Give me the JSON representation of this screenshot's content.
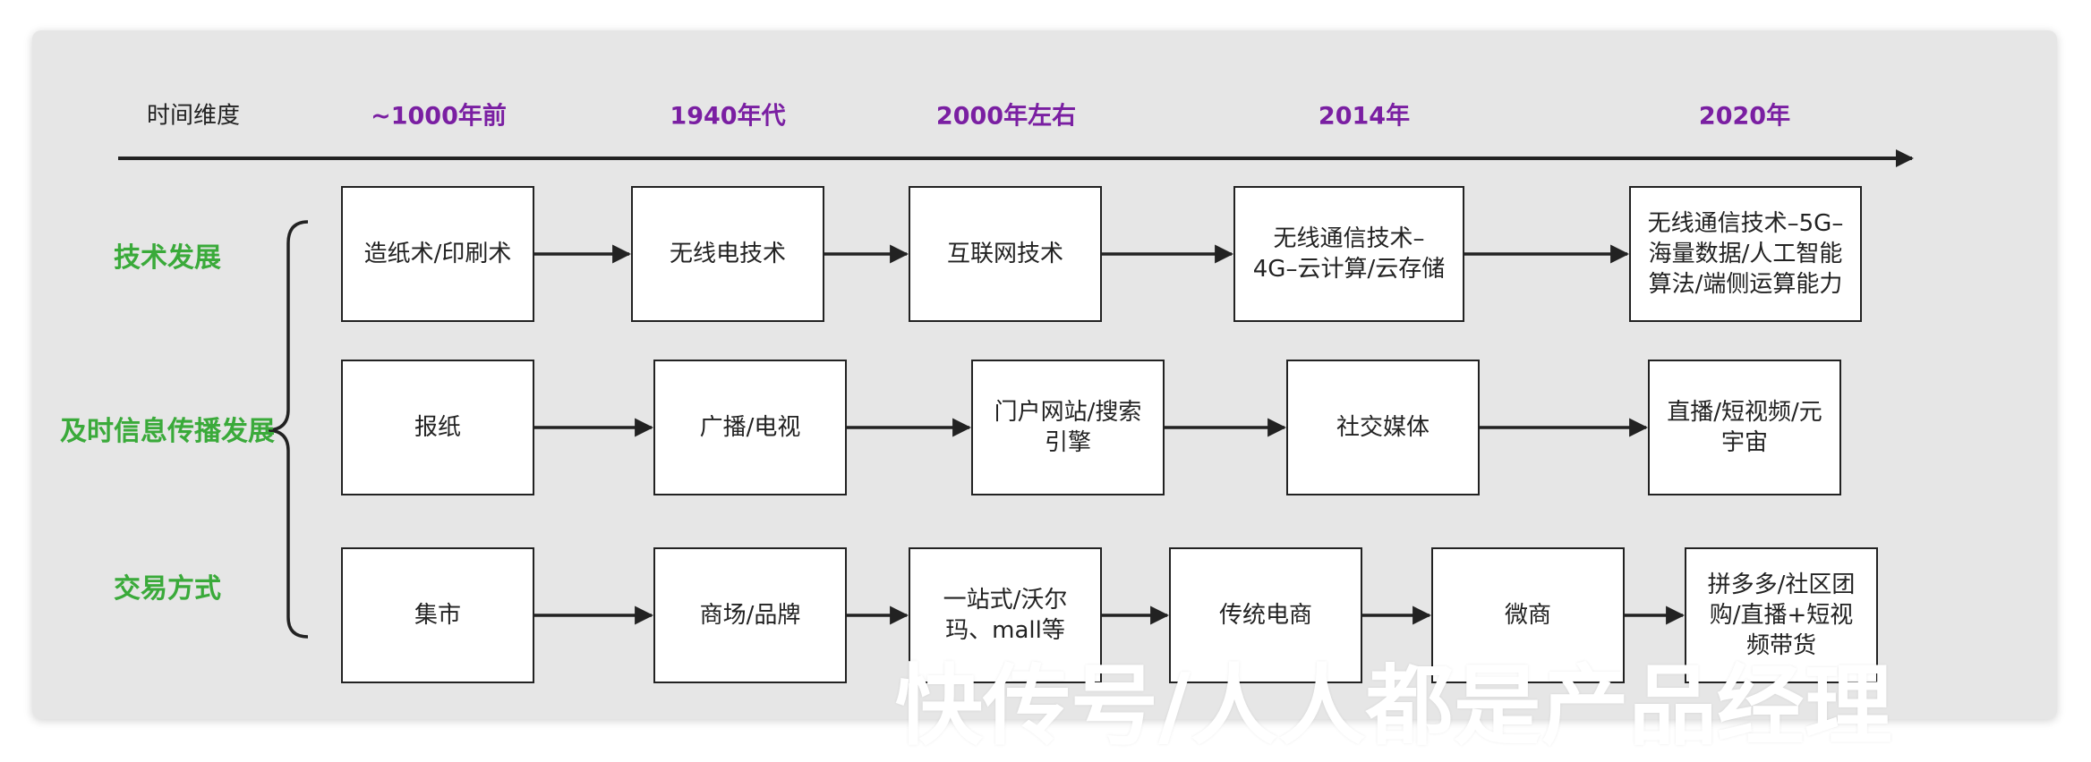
{
  "colors": {
    "era": "#7a1fa2",
    "row_label": "#3aaa3a",
    "line": "#222222",
    "panel": "#e6e6e6"
  },
  "timeline": {
    "axis_label": "时间维度",
    "eras": [
      "~1000年前",
      "1940年代",
      "2000年左右",
      "2014年",
      "2020年"
    ]
  },
  "rows": [
    {
      "label": "技术发展",
      "items": [
        "造纸术/印刷术",
        "无线电技术",
        "互联网技术",
        "无线通信技术–4G–云计算/云存储",
        "无线通信技术–5G–海量数据/人工智能算法/端侧运算能力"
      ]
    },
    {
      "label": "及时信息传播发展",
      "items": [
        "报纸",
        "广播/电视",
        "门户网站/搜索引擎",
        "社交媒体",
        "直播/短视频/元宇宙"
      ]
    },
    {
      "label": "交易方式",
      "items": [
        "集市",
        "商场/品牌",
        "一站式/沃尔玛、mall等",
        "传统电商",
        "微商",
        "拼多多/社区团购/直播+短视频带货"
      ]
    }
  ],
  "watermark": "快传号/人人都是产品经理"
}
